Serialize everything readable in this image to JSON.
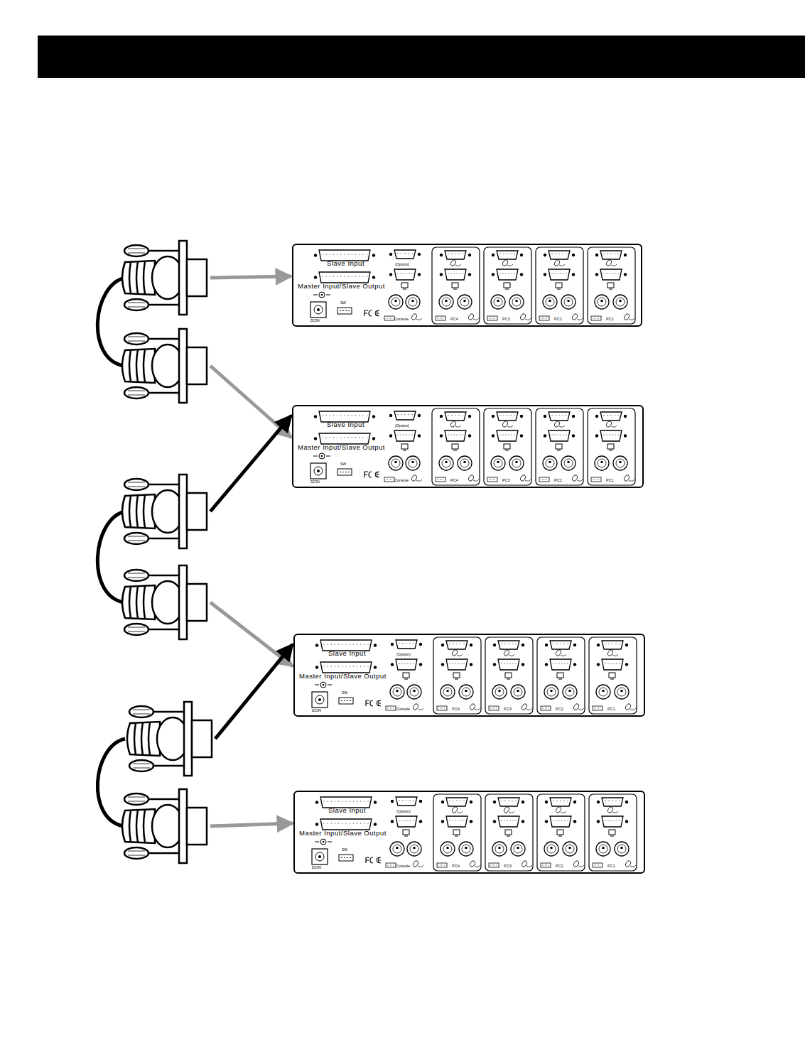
{
  "diagram": {
    "nodes": [
      {
        "text": [
          "Slave Input",
          "Master Input/Slave Output",
          "(Option)",
          "Console",
          "PC4",
          "PC3",
          "PC2",
          "PC1",
          "SW",
          "DC9V"
        ]
      },
      {
        "text": [
          "Slave Input",
          "Master Input/Slave Output",
          "(Option)",
          "Console",
          "PC4",
          "PC3",
          "PC2",
          "PC1",
          "SW",
          "DC9V"
        ]
      },
      {
        "text": [
          "Slave Input",
          "Master Input/Slave Output",
          "(Option)",
          "Console",
          "PC4",
          "PC3",
          "PC2",
          "PC1",
          "SW",
          "DC9V"
        ]
      },
      {
        "text": [
          "Slave Input",
          "Master Input/Slave Output",
          "(Option)",
          "Console",
          "PC4",
          "PC3",
          "PC2",
          "PC1",
          "SW",
          "DC9V"
        ]
      }
    ],
    "edges": [
      {
        "from": 0,
        "to": 1,
        "arrow": "both"
      },
      {
        "from": 1,
        "to": 2,
        "arrow": "both"
      },
      {
        "from": 2,
        "to": 3,
        "arrow": "both"
      }
    ]
  }
}
